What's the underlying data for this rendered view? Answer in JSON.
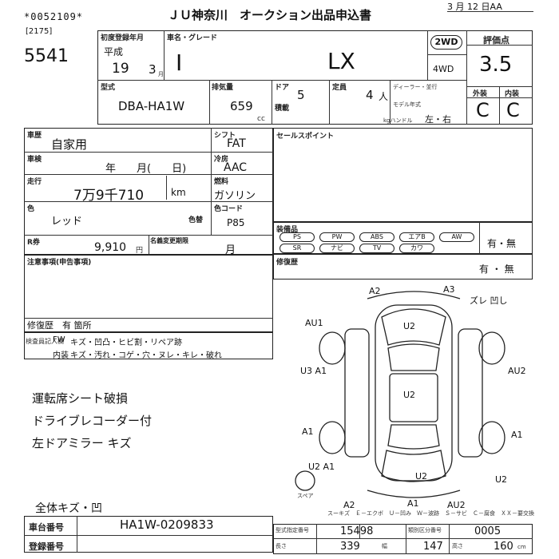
{
  "header": {
    "serial": "*0052109*",
    "title": "ＪＵ神奈川　オークション出品申込書",
    "date": "3 月 12 日AA",
    "stamp": "[2175]",
    "lot_number": "5541"
  },
  "labels": {
    "first_reg": "初度登録年月",
    "car_name": "車名・グレード",
    "model": "型式",
    "displacement": "排気量",
    "doors": "ドア",
    "capacity": "定員",
    "dealer": "ディーラー・並行",
    "load": "積載",
    "model_year": "モデル年式",
    "handle": "kgハンドル",
    "score": "評価点",
    "exterior": "外装",
    "interior": "内装",
    "history": "車歴",
    "inspection": "車検",
    "mileage": "走行",
    "color": "色",
    "color_change": "色替",
    "r_fee": "R券",
    "title_change": "名義変更期限",
    "notes": "注意事項(申告事項)",
    "shift": "シフト",
    "ac": "冷房",
    "fuel": "燃料",
    "color_code": "色コード",
    "sales_point": "セールスポイント",
    "equipment": "装備品",
    "accident": "修復歴",
    "repair_history": "修復歴",
    "chassis_no": "車台番号",
    "reg_no": "登録番号",
    "model_cert": "型式指定番号",
    "class_code": "類別区分番号",
    "length": "長さ",
    "width": "幅",
    "height": "高さ",
    "inspector": "検査員記入欄",
    "legend": "スーキズ　Ｅ－エクボ　Ｕ－凹み　Ｗ－波跡　Ｓ－サビ　Ｃ－腐食　ＸＸ－要交換",
    "spare": "スペア",
    "mile_unit": "km",
    "cc": "cc",
    "yen": "円"
  },
  "vehicle": {
    "era": "平成",
    "year": "19",
    "month": "3",
    "month_unit": "月",
    "make": "I",
    "grade": "LX",
    "drive_2wd": "2WD",
    "drive_4wd": "4WD",
    "model": "DBA-HA1W",
    "displacement": "659",
    "doors": "5",
    "capacity": "4",
    "capacity_unit": "人",
    "handle": "左・右",
    "score": "3.5",
    "exterior_grade": "C",
    "interior_grade": "C",
    "history": "自家用",
    "inspection": "年　　月(　　日)",
    "mileage": "7万9千710",
    "color": "レッド",
    "color_code": "P85",
    "r_fee": "9,910",
    "title_deadline": "月",
    "shift": "FAT",
    "ac": "AAC",
    "fuel": "ガソリン",
    "repair": "有 ・ 無",
    "accident_text": "修復歴　有 箇所"
  },
  "equipment": {
    "row1": [
      "PS",
      "PW",
      "ABS",
      "エアB",
      "AW"
    ],
    "row2": [
      "SR",
      "ナビ",
      "TV",
      "カワ"
    ],
    "ari_nashi": "有・無"
  },
  "inspector_rows": {
    "row1_prefix": "FW",
    "row1": "キズ・凹凸・ヒビ割・リペア跡",
    "row2_prefix": "内装",
    "row2": "キズ・汚れ・コゲ・穴・ヌレ・キレ・破れ"
  },
  "handwritten_notes": [
    "運転席シート破損",
    "ドライブレコーダー付",
    "左ドアミラー キズ"
  ],
  "footer_note": "全体キズ・凹",
  "damage_marks": [
    "A2",
    "A3",
    "ズレ 凹し",
    "AU1",
    "U2",
    "U3 A1",
    "AU2",
    "U2",
    "A1",
    "A1",
    "U2 A1",
    "U2",
    "A2",
    "A1",
    "AU2",
    "U2"
  ],
  "numbers": {
    "chassis": "HA1W-0209833",
    "model_cert": "15498",
    "class_code": "0005",
    "length": "339",
    "width": "147",
    "height": "160",
    "len_unit": "cm"
  }
}
